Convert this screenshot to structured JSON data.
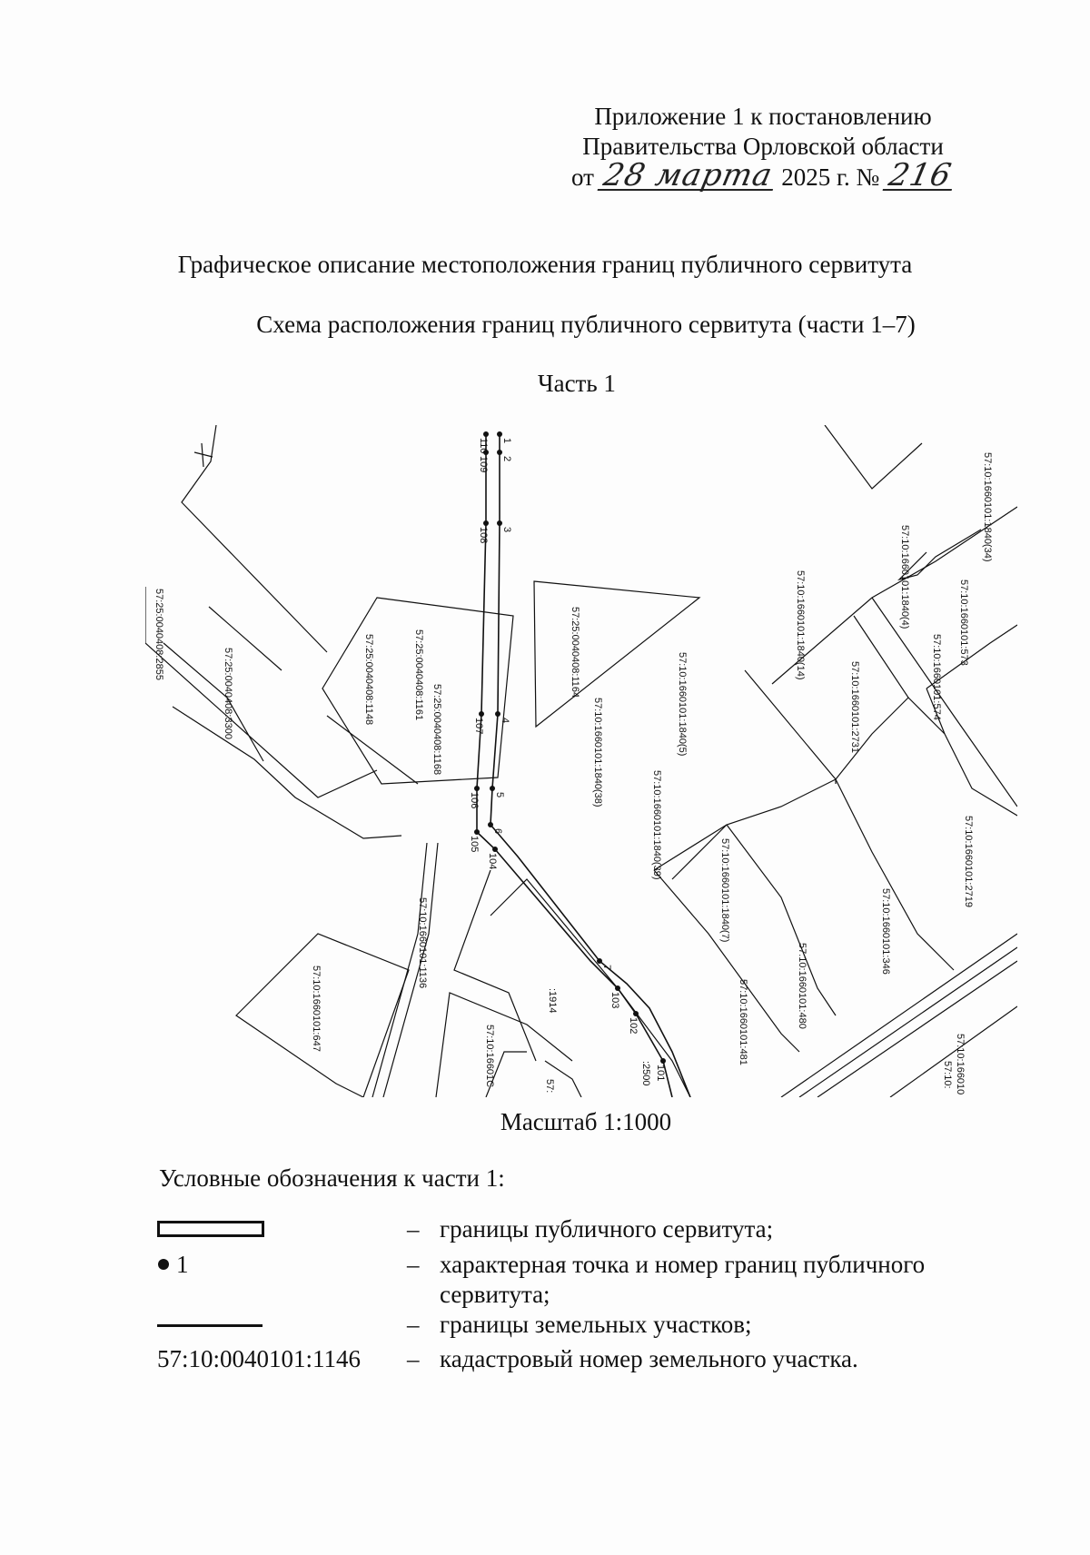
{
  "header": {
    "line1": "Приложение 1 к постановлению",
    "line2": "Правительства Орловской области",
    "date_prefix": "от",
    "date_handwritten": "28 марта",
    "date_year": "2025 г. №",
    "number_handwritten": "216"
  },
  "titles": {
    "main": "Графическое описание местоположения границ публичного сервитута",
    "scheme": "Схема расположения границ публичного сервитута (части 1–7)",
    "part": "Часть 1"
  },
  "map": {
    "parcels": [
      "57:25:0040408:1148",
      "57:25:0040408:1161",
      "57:25:0040408:1168",
      "57:25:0040408:1164",
      "57:25:0040408:2855",
      "57:25:0040408:3300",
      "57:10:1660101:1840(34)",
      "57:10:1660101:1840(4)",
      "57:10:1660101:1840(14)",
      "57:10:1660101:573",
      "57:10:1660101:574",
      "57:10:1660101:2731",
      "57:10:1660101:1840(5)",
      "57:10:1660101:1840(38)",
      "57:10:1660101:1840(39)",
      "57:10:1660101:1840(7)",
      "57:10:1660101:2719",
      "57:10:1660101:346",
      "57:10:1660101:480",
      "57:10:1660101:481",
      "57:10:1660101:1136",
      "57:10:1660101:647",
      ":1914",
      ":2500",
      "57:10:16601C",
      "57:",
      "57:10:166010",
      "57:10:"
    ],
    "points_right": [
      "1",
      "2",
      "3",
      "4",
      "5",
      "6",
      "7"
    ],
    "points_left": [
      "110",
      "109",
      "108",
      "107",
      "106",
      "105",
      "104",
      "103",
      "102",
      "101"
    ]
  },
  "scale": "Масштаб 1:1000",
  "legend": {
    "title": "Условные обозначения к части 1:",
    "dash": "–",
    "items": [
      {
        "symbol_text": "",
        "description": "границы публичного сервитута;"
      },
      {
        "symbol_text": "1",
        "description": "характерная точка и номер границ публичного сервитута;"
      },
      {
        "symbol_text": "",
        "description": "границы земельных участков;"
      },
      {
        "symbol_text": "57:10:0040101:1146",
        "description": "кадастровый номер земельного участка."
      }
    ]
  }
}
